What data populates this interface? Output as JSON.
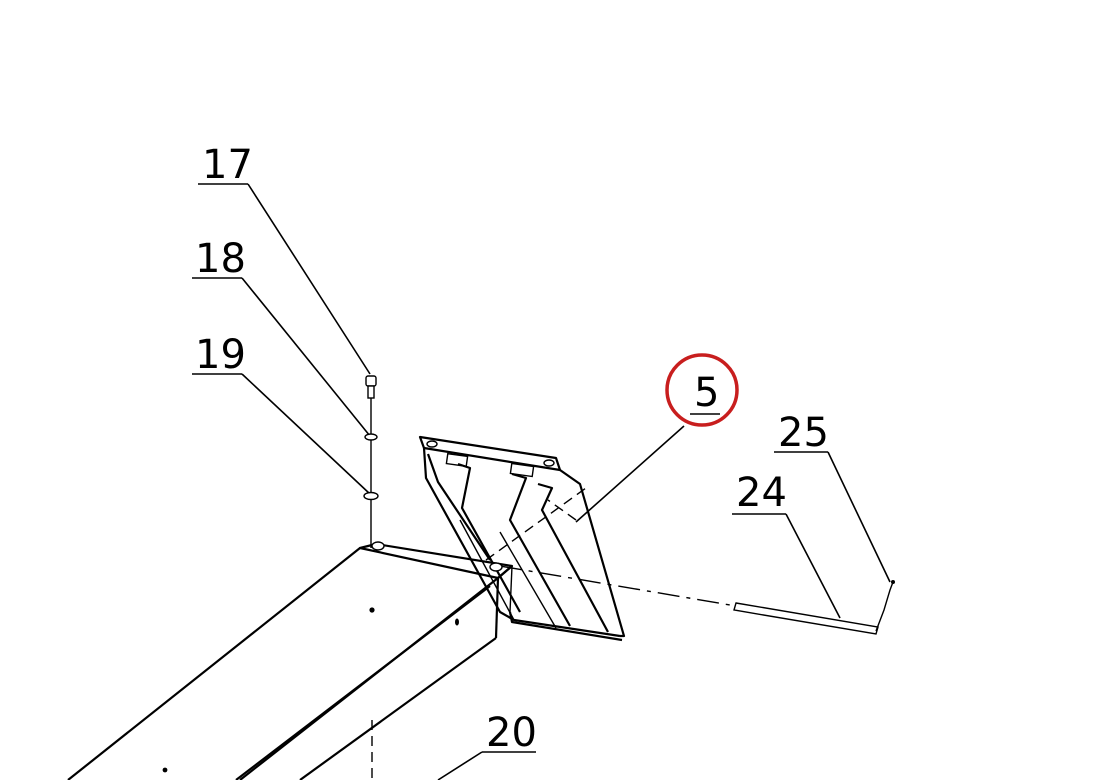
{
  "callouts": {
    "c17": "17",
    "c18": "18",
    "c19": "19",
    "c5": "5",
    "c25": "25",
    "c24": "24",
    "c20": "20"
  },
  "highlight": {
    "callout": "5",
    "color": "#c81e1e"
  },
  "line_color": "#000000",
  "background": "#ffffff"
}
